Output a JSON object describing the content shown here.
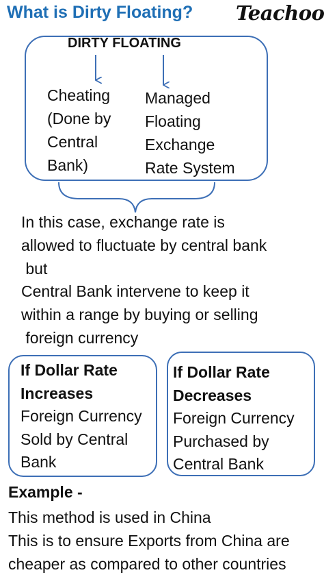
{
  "header": {
    "title": "What is Dirty Floating?",
    "brand": "Teachoo",
    "title_color": "#1f6fb5"
  },
  "diagram": {
    "heading": "DIRTY FLOATING",
    "left_lines": [
      "Cheating",
      "(Done by",
      "Central",
      "Bank)"
    ],
    "right_lines": [
      "Managed",
      "Floating",
      "Exchange",
      "Rate System"
    ],
    "box_color": "#3d6fb6"
  },
  "explanation": {
    "lines": [
      "In this case, exchange rate is",
      "allowed to fluctuate by central bank",
      " but",
      "Central Bank intervene to keep it",
      "within a range by buying or selling",
      " foreign currency"
    ]
  },
  "cases": {
    "increase": {
      "heading_lines": [
        "If Dollar Rate",
        "Increases"
      ],
      "body_lines": [
        "Foreign Currency",
        "Sold by Central",
        "Bank"
      ]
    },
    "decrease": {
      "heading_lines": [
        "If Dollar Rate",
        "Decreases"
      ],
      "body_lines": [
        "Foreign Currency",
        "Purchased by",
        "Central Bank"
      ]
    }
  },
  "example": {
    "heading": "Example -",
    "lines": [
      "This method is used in China",
      "This is to ensure Exports from China are",
      "cheaper as compared to other countries"
    ]
  }
}
